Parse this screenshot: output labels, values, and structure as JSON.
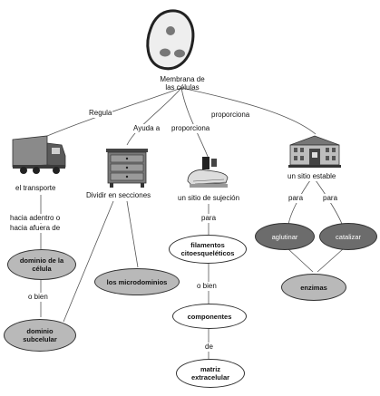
{
  "root": {
    "line1": "Membrana de",
    "line2": "las células"
  },
  "links": {
    "regula": "Regula",
    "ayuda_a": "Ayuda a",
    "proporciona_1": "proporciona",
    "proporciona_2": "proporciona",
    "hacia_adentro": "hacia adentro o",
    "hacia_afuera": "hacia afuera de",
    "o_bien_1": "o bien",
    "para_1": "para",
    "o_bien_2": "o bien",
    "de": "de",
    "para_2": "para",
    "para_3": "para"
  },
  "concepts": {
    "transporte": "el transporte",
    "dividir": "Dividir en secciones",
    "sujecion": "un sitio de sujeción",
    "estable": "un sitio estable"
  },
  "nodes": {
    "dominio_celula_1": "dominio de la",
    "dominio_celula_2": "célula",
    "microdominios": "los microdominios",
    "dominio_subcelular_1": "dominio",
    "dominio_subcelular_2": "subcelular",
    "filamentos_1": "filamentos",
    "filamentos_2": "citoesqueléticos",
    "componentes": "componentes",
    "matriz_1": "matriz",
    "matriz_2": "extracelular",
    "aglutinar": "aglutinar",
    "catalizar": "catalizar",
    "enzimas": "enzimas"
  },
  "icons": [
    "cell-icon",
    "truck-icon",
    "dresser-icon",
    "hand-sewing-icon",
    "building-icon"
  ]
}
